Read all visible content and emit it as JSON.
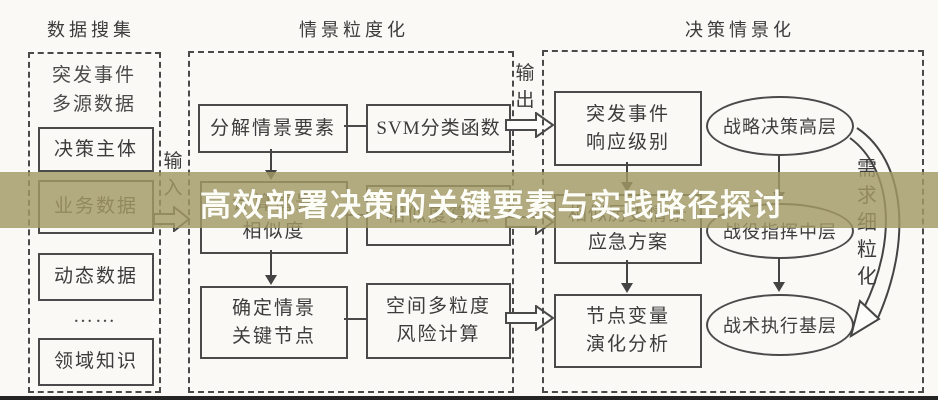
{
  "banner": {
    "title": "高效部署决策的关键要素与实践路径探讨",
    "bg_color": "#b4ac85",
    "text_color": "#fdfdf8"
  },
  "connectors": {
    "input_label": "输入",
    "output_label": "输出",
    "demand_label": "需求细粒化"
  },
  "sections": {
    "data_collection": {
      "header": "数据搜集",
      "multi_source_data": {
        "lines": [
          "突发事件",
          "多源数据"
        ]
      },
      "decision_subject": "决策主体",
      "business_data": "业务数据",
      "dynamic_data": "动态数据",
      "ellipsis": "……",
      "domain_knowledge": "领域知识"
    },
    "scenario_granulation": {
      "header": "情景粒度化",
      "decompose_elements": "分解情景要素",
      "svm_function": "SVM分类函数",
      "similarity": {
        "lines": [
          "计算情景",
          "相似度"
        ]
      },
      "similarity_algorithm": "相似度算法",
      "key_nodes": {
        "lines": [
          "确定情景",
          "关键节点"
        ]
      },
      "spatial_risk": {
        "lines": [
          "空间多粒度",
          "风险计算"
        ]
      }
    },
    "decision_scenarioization": {
      "header": "决策情景化",
      "response_level": {
        "lines": [
          "突发事件",
          "响应级别"
        ]
      },
      "emergency_plan": {
        "lines": [
          "相似历史情景",
          "应急方案"
        ]
      },
      "node_evolution": {
        "lines": [
          "节点变量",
          "演化分析"
        ]
      },
      "strategic_level": "战略决策高层",
      "campaign_level": "战役指挥中层",
      "tactical_level": "战术执行基层"
    }
  },
  "colors": {
    "line": "#4a4a4a",
    "banner": "#b4ac85",
    "bottom_bar": "#242424",
    "background": "#faf9f6"
  }
}
